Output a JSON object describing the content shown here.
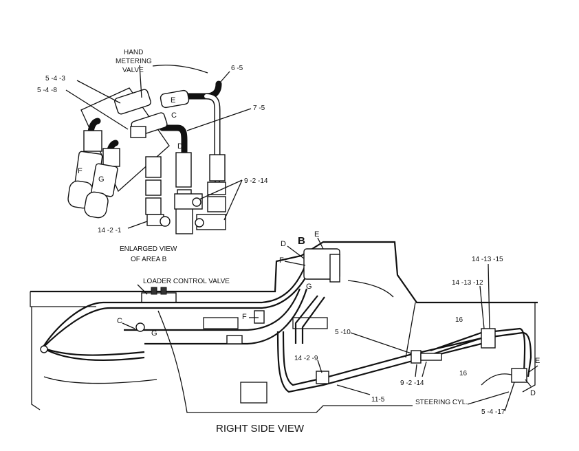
{
  "enlarged": {
    "hand_valve_line1": "HAND",
    "hand_valve_line2": "METERING",
    "hand_valve_line3": "VALVE",
    "p_5_4_3": "5 -4 -3",
    "p_5_4_8": "5 -4 -8",
    "p_6_5": "6 -5",
    "p_7_5": "7 -5",
    "p_9_2_14": "9 -2 -14",
    "p_14_2_1": "14 -2 -1",
    "letter_e": "E",
    "letter_c": "C",
    "letter_d": "D",
    "letter_f": "F",
    "letter_g": "G",
    "caption_line1": "ENLARGED VIEW",
    "caption_line2": "OF AREA B"
  },
  "side": {
    "loader_control_valve": "LOADER CONTROL VALVE",
    "letter_b": "B",
    "letter_d_top": "D",
    "letter_e_top": "E",
    "letter_f_top": "F",
    "letter_g_top": "G",
    "letter_c": "C",
    "letter_g": "G",
    "letter_f_mid": "F",
    "p_5_10": "5 -10",
    "p_14_2_9": "14 -2 -9",
    "p_9_2_14": "9 -2 -14",
    "p_11_5": "11-5",
    "p_14_13_15": "14 -13 -15",
    "p_14_13_12": "14 -13 -12",
    "p_16_a": "16",
    "p_16_b": "16",
    "steering_cyl": "STEERING CYL.",
    "p_5_4_17": "5 -4 -17",
    "letter_e_right": "E",
    "letter_d_right": "D",
    "title": "RIGHT SIDE VIEW"
  }
}
